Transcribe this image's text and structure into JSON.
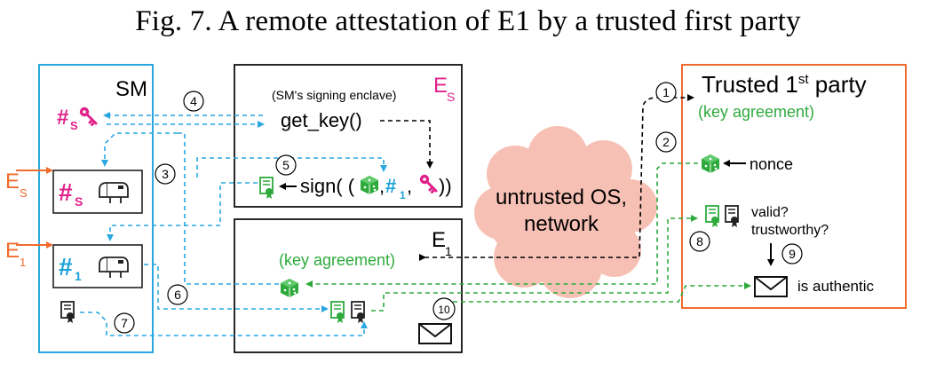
{
  "title": "Fig. 7.  A remote attestation of E1 by a trusted first party",
  "sm": {
    "label": "SM",
    "hash_s": "#",
    "hash_s_sub": "S",
    "hash_1": "#",
    "hash_1_sub": "1"
  },
  "es": {
    "label": "E",
    "label_sub": "S",
    "desc": "(SM's signing enclave)",
    "get_key": "get_key()",
    "sign_prefix": "sign( (",
    "sign_hash": "#",
    "sign_hash_sub": "1",
    "sign_suffix": "))",
    "sign_comma": ","
  },
  "e1": {
    "label": "E",
    "label_sub": "1",
    "key_agreement": "(key agreement)"
  },
  "left_labels": {
    "es": "E",
    "es_sub": "S",
    "e1": "E",
    "e1_sub": "1"
  },
  "cloud": {
    "line1": "untrusted OS,",
    "line2": "network"
  },
  "tp": {
    "title": "Trusted 1",
    "title_sup": "st",
    "title_end": " party",
    "key_agreement": "(key agreement)",
    "nonce": "nonce",
    "valid": "valid?",
    "trustworthy": "trustworthy?",
    "authentic": "is authentic"
  },
  "steps": [
    "1",
    "2",
    "3",
    "4",
    "5",
    "6",
    "7",
    "8",
    "9",
    "10"
  ],
  "colors": {
    "sm_border": "#29a8e0",
    "sm_purple": "#e0218a",
    "sm_blue": "#1ba0d8",
    "tp_border": "#f26b2e",
    "es_orange": "#f26b2e",
    "green": "#2eaa3c",
    "cloud": "#f7c0b4",
    "black": "#000000"
  },
  "icons": [
    "key-icon",
    "mailbox-icon",
    "certificate-icon",
    "dice-icon",
    "envelope-icon",
    "arrow-icon"
  ]
}
